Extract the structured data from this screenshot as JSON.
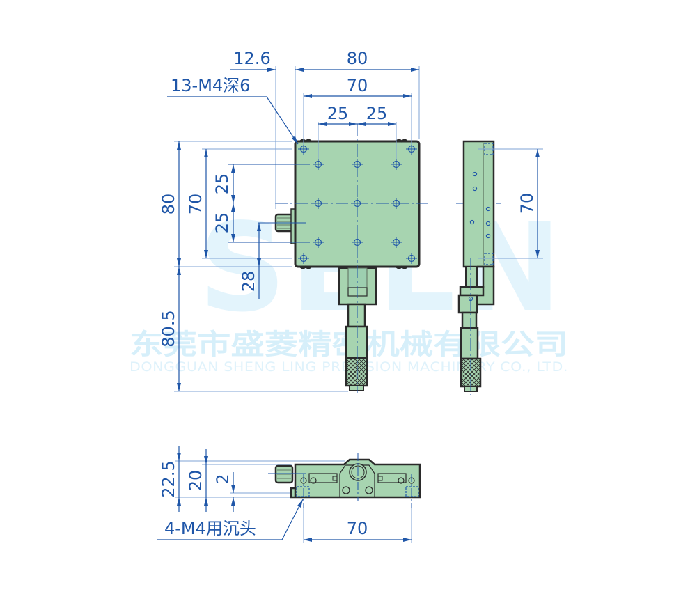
{
  "colors": {
    "dimension": "#1f56a8",
    "dimension_light": "#7fa3d6",
    "part_fill": "#a7d4b0",
    "part_outline": "#2b2b2b",
    "hidden_line": "#1f56a8",
    "watermark": "#d6effa"
  },
  "watermark": {
    "logo": "SELN",
    "company_cn": "东莞市盛菱精密机械有限公司",
    "company_en": "DONGGUAN SHENG LING PRECISION MACHINERY CO., LTD."
  },
  "top_view": {
    "dims": {
      "overall_width": "80",
      "hole_pitch_x": "70",
      "spacing_left": "25",
      "spacing_right": "25",
      "micrometer_offset": "12.6",
      "overall_height": "80",
      "hole_pitch_y": "70",
      "spacing_top": "25",
      "spacing_bottom": "25",
      "knob_offset": "28",
      "micrometer_length": "80.5"
    },
    "callout": "13-M4深6"
  },
  "side_view": {
    "dims": {
      "hole_pitch": "70"
    }
  },
  "front_view": {
    "dims": {
      "total_height": "22.5",
      "body_height": "20",
      "step": "2",
      "hole_pitch": "70"
    },
    "callout": "4-M4用沉头"
  }
}
